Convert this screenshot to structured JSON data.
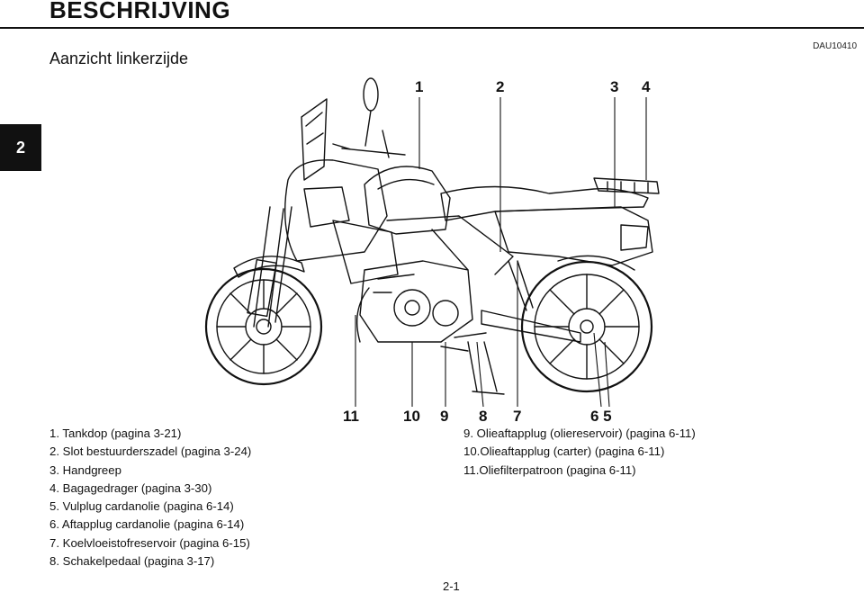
{
  "header": {
    "title": "BESCHRIJVING",
    "doc_code": "DAU10410"
  },
  "chapter_tab": "2",
  "section": {
    "title": "Aanzicht linkerzijde"
  },
  "figure": {
    "top_callouts": [
      "1",
      "2",
      "3",
      "4"
    ],
    "bottom_callouts": [
      "11",
      "10",
      "9",
      "8",
      "7",
      "6 5"
    ]
  },
  "legend_left": [
    "1. Tankdop (pagina 3-21)",
    "2. Slot bestuurderszadel (pagina 3-24)",
    "3. Handgreep",
    "4. Bagagedrager (pagina 3-30)",
    "5. Vulplug cardanolie (pagina 6-14)",
    "6. Aftapplug cardanolie (pagina 6-14)",
    "7. Koelvloeistofreservoir (pagina 6-15)",
    "8. Schakelpedaal (pagina 3-17)"
  ],
  "legend_right": [
    "9. Olieaftapplug (oliereservoir) (pagina 6-11)",
    "10.Olieaftapplug (carter) (pagina 6-11)",
    "11.Oliefilterpatroon (pagina 6-11)"
  ],
  "footer": {
    "page_number": "2-1"
  }
}
